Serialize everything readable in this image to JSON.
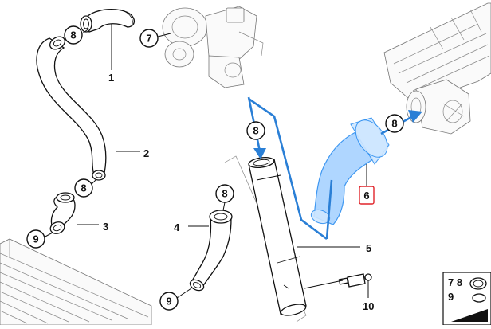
{
  "labels": {
    "l1": "1",
    "l2": "2",
    "l3": "3",
    "l4": "4",
    "l5": "5",
    "l6": "6",
    "l7": "7",
    "l8a": "8",
    "l8b": "8",
    "l8c": "8",
    "l8d": "8",
    "l8e": "8",
    "l9a": "9",
    "l9b": "9",
    "l10": "10"
  },
  "legend_box": {
    "line1": "7 8",
    "line2": "9"
  },
  "colors": {
    "highlight_fill": "#a9d3ff",
    "highlight_stroke": "#2e8ff0",
    "flow_arrow": "#2a7fd6",
    "selected_label_border": "#e0242a"
  }
}
